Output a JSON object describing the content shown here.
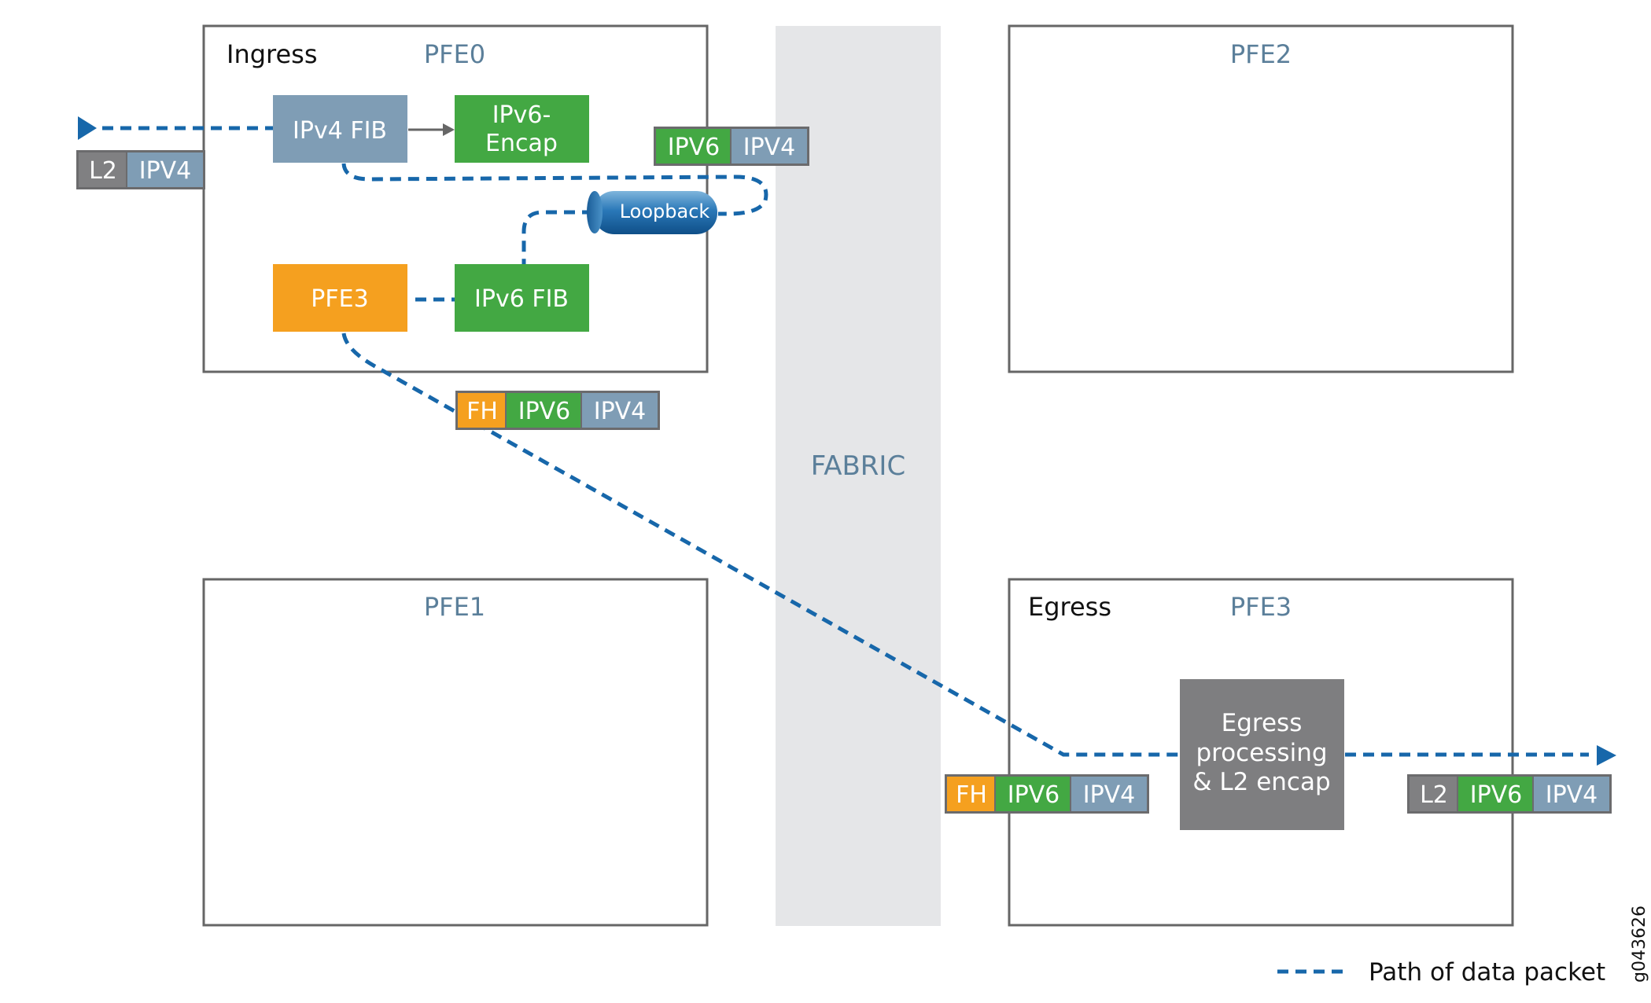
{
  "labels": {
    "fabric": "FABRIC",
    "figure_id": "g043626"
  },
  "pfe0": {
    "name": "PFE0",
    "role": "Ingress"
  },
  "pfe1": {
    "name": "PFE1"
  },
  "pfe2": {
    "name": "PFE2"
  },
  "pfe3_egress": {
    "name": "PFE3",
    "role": "Egress"
  },
  "blocks": {
    "ipv4_fib": "IPv4 FIB",
    "ipv6_encap_line1": "IPv6-",
    "ipv6_encap_line2": "Encap",
    "pfe3": "PFE3",
    "ipv6_fib": "IPv6 FIB",
    "loopback": "Loopback",
    "egress_line1": "Egress",
    "egress_line2": "processing",
    "egress_line3": "& L2 encap"
  },
  "headers": {
    "ingress": [
      "L2",
      "IPV4"
    ],
    "after_encap": [
      "IPV6",
      "IPV4"
    ],
    "after_fib": [
      "FH",
      "IPV6",
      "IPV4"
    ],
    "at_egress": [
      "FH",
      "IPV6",
      "IPV4"
    ],
    "output": [
      "L2",
      "IPV6",
      "IPV4"
    ]
  },
  "legend": {
    "label": "Path of data packet"
  },
  "colors": {
    "box_border": "#666666",
    "pfe_label": "#5b7f9a",
    "fabric_bg": "#e5e6e8",
    "fib_blue": "#7f9db5",
    "green": "#43a843",
    "orange": "#f5a01f",
    "gray_block": "#7e7e80",
    "l2_gray": "#808082",
    "path": "#1767aa"
  }
}
